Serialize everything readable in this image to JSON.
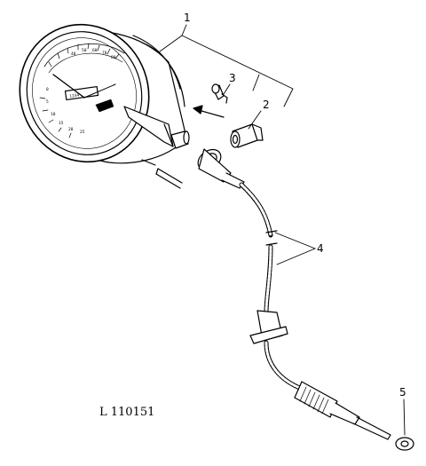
{
  "figure_id": "L 110151",
  "callouts": [
    {
      "label": "1"
    },
    {
      "label": "2"
    },
    {
      "label": "3"
    },
    {
      "label": "4"
    },
    {
      "label": "5"
    }
  ],
  "dial": {
    "odometer": "1234",
    "scale_outer": [
      "40",
      "50",
      "60",
      "70",
      "80"
    ],
    "scale_inner": [
      "0",
      "5",
      "10",
      "15",
      "20",
      "25"
    ]
  },
  "colors": {
    "line": "#000000",
    "background": "#ffffff"
  }
}
